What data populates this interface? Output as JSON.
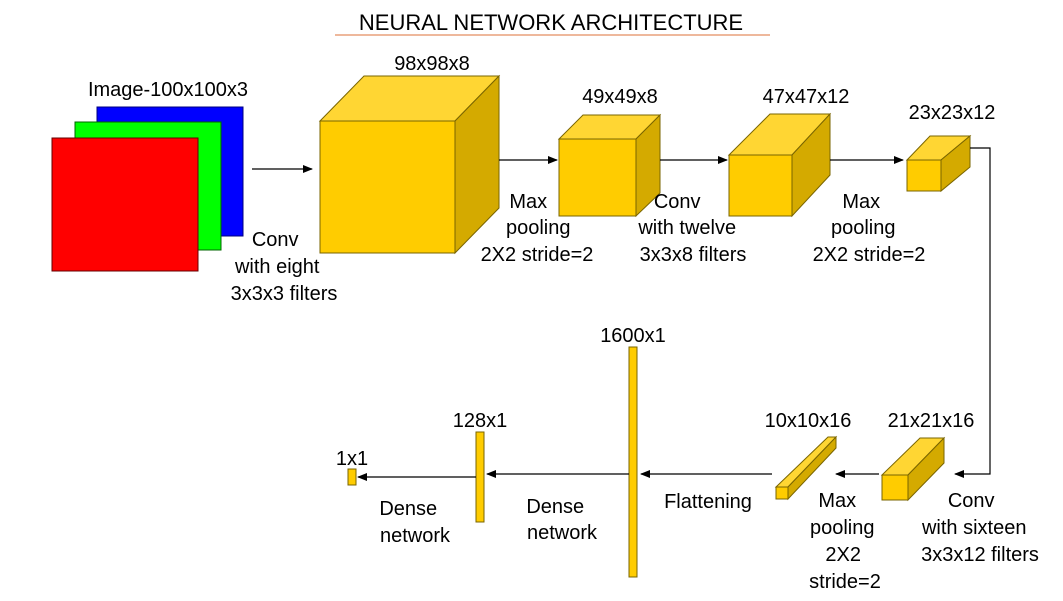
{
  "title": "NEURAL NETWORK ARCHITECTURE",
  "colors": {
    "title_underline": "#e8a17c",
    "red": "#ff0000",
    "green": "#00ff00",
    "blue": "#0000ff",
    "cube_front": "#ffcc00",
    "cube_top": "#ffd633",
    "cube_side": "#d4aa00",
    "cube_stroke": "#7a6500",
    "arrow": "#000000"
  },
  "input": {
    "label": "Image-100x100x3"
  },
  "layers": {
    "conv1_out": "98x98x8",
    "pool1_out": "49x49x8",
    "conv2_out": "47x47x12",
    "pool2_out": "23x23x12",
    "conv3_out": "21x21x16",
    "pool3_out": "10x10x16",
    "flatten_out": "1600x1",
    "dense1_out": "128x1",
    "dense2_out": "1x1"
  },
  "operations": {
    "conv1": [
      "Conv",
      "with eight",
      "3x3x3 filters"
    ],
    "pool1": [
      "Max",
      "pooling",
      "2X2 stride=2"
    ],
    "conv2": [
      "Conv",
      "with twelve",
      "3x3x8 filters"
    ],
    "pool2": [
      "Max",
      "pooling",
      "2X2 stride=2"
    ],
    "conv3": [
      "Conv",
      "with sixteen",
      "3x3x12 filters"
    ],
    "pool3": [
      "Max",
      "pooling",
      "2X2",
      "stride=2"
    ],
    "flatten": [
      "Flattening"
    ],
    "dense1": [
      "Dense",
      "network"
    ],
    "dense2": [
      "Dense",
      "network"
    ]
  }
}
